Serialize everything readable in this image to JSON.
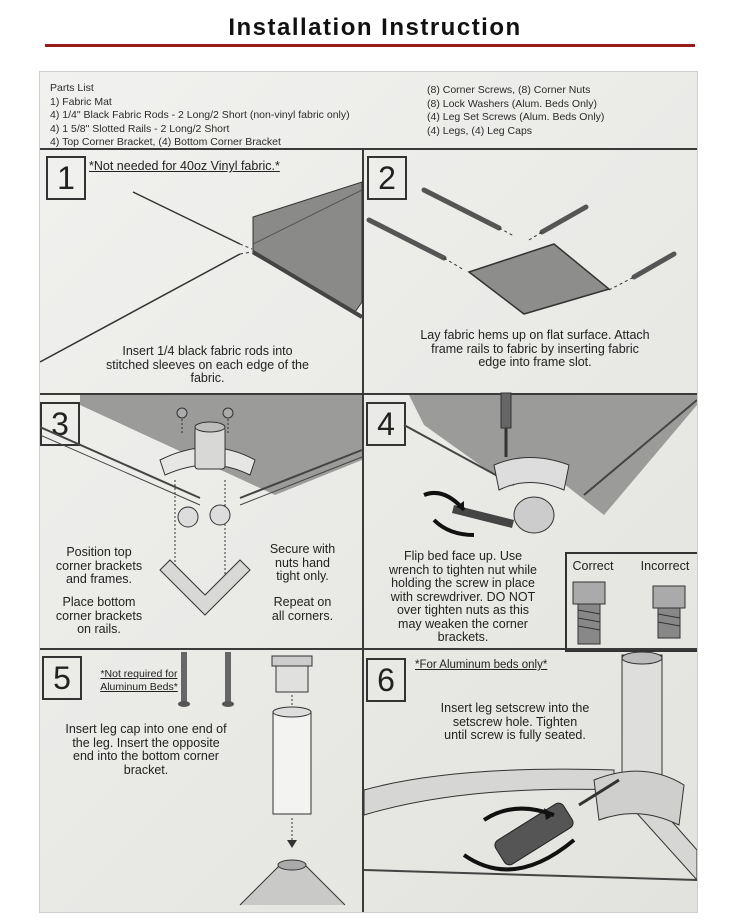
{
  "title": "Installation Instruction",
  "parts_list": {
    "left": [
      "Parts List",
      "1) Fabric Mat",
      "4) 1/4\" Black Fabric Rods - 2 Long/2 Short (non-vinyl fabric only)",
      "4) 1 5/8\" Slotted Rails - 2 Long/2 Short",
      "4) Top Corner Bracket, (4) Bottom Corner Bracket"
    ],
    "right": [
      "(8) Corner Screws, (8) Corner Nuts",
      "(8) Lock Washers (Alum. Beds Only)",
      "(4) Leg Set Screws (Alum. Beds Only)",
      "(4) Legs, (4) Leg Caps"
    ]
  },
  "steps": [
    {
      "number": "1",
      "note": "*Not needed for 40oz Vinyl fabric.*",
      "text": "Insert 1/4 black fabric rods into\nstitched sleeves on each edge of the\nfabric."
    },
    {
      "number": "2",
      "text": "Lay fabric hems up on flat surface. Attach\nframe rails to fabric by inserting fabric\nedge into frame slot."
    },
    {
      "number": "3",
      "text_left_top": "Position top\ncorner brackets\nand frames.",
      "text_left_bottom": "Place bottom\ncorner brackets\non rails.",
      "text_right_top": "Secure with\nnuts hand\ntight only.",
      "text_right_bottom": "Repeat on\nall corners."
    },
    {
      "number": "4",
      "text": "Flip bed face up. Use\nwrench to tighten nut while\nholding the screw in place\nwith screwdriver. DO NOT\nover tighten nuts as this\nmay weaken the corner\nbrackets.",
      "correct_label": "Correct",
      "incorrect_label": "Incorrect"
    },
    {
      "number": "5",
      "note_line1": "*Not required for",
      "note_line2": "Aluminum Beds*",
      "text": "Insert leg cap into one end of\nthe leg. Insert the opposite\nend into the bottom corner\nbracket."
    },
    {
      "number": "6",
      "note": "*For Aluminum beds only*",
      "text": "Insert leg setscrew into the\nsetscrew hole. Tighten\nuntil screw is fully seated."
    }
  ]
}
